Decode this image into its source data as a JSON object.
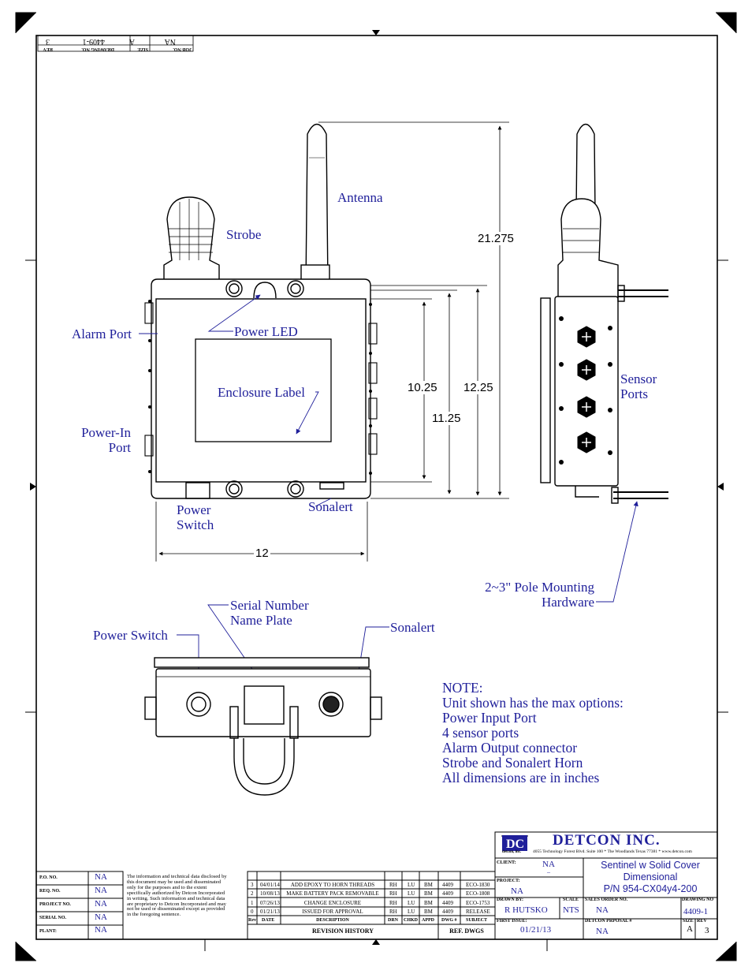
{
  "labels": {
    "antenna": "Antenna",
    "strobe": "Strobe",
    "alarm_port": "Alarm Port",
    "power_led": "Power LED",
    "enclosure_label": "Enclosure Label",
    "power_in_port_line1": "Power-In",
    "power_in_port_line2": "Port",
    "power_switch_line1": "Power",
    "power_switch_line2": "Switch",
    "sonalert_front": "Sonalert",
    "sensor_ports_line1": "Sensor",
    "sensor_ports_line2": "Ports",
    "pole_mount_line1": "2~3\" Pole Mounting",
    "pole_mount_line2": "Hardware",
    "serial_line1": "Serial Number",
    "serial_line2": "Name Plate",
    "power_switch_bottom": "Power Switch",
    "sonalert_bottom": "Sonalert"
  },
  "dimensions": {
    "height_total": "21.275",
    "height_12_25": "12.25",
    "height_10_25": "10.25",
    "height_11_25": "11.25",
    "width_12": "12"
  },
  "note": {
    "title": "NOTE:",
    "lines": [
      "Unit shown has the max options:",
      "Power Input Port",
      "4 sensor ports",
      "Alarm Output connector",
      "Strobe and Sonalert Horn",
      "All dimensions are in inches"
    ]
  },
  "rotated_block": {
    "rev_label": "REV",
    "rev_value": "3",
    "drawing_no_label": "DRAWING NO.",
    "drawing_no_value": "4409-1",
    "size_label": "SIZE",
    "size_value": "A",
    "job_no_label": "JOB NO.",
    "job_no_value": "NA"
  },
  "title_block": {
    "company": "DETCON INC.",
    "logo_text": "detcon, inc.",
    "address": "4055 Technology Forest Blvd. Suite 100 * The Woodlands Texas 77381 * www.detcon.com",
    "client_label": "CLIENT:",
    "client_value": "NA",
    "client_sub": "_",
    "project_label": "PROJECT:",
    "project_value": "NA",
    "title_line1": "Sentinel w Solid Cover",
    "title_line2": "Dimensional",
    "title_line3": "P/N 954-CX04y4-200",
    "drawn_by_label": "DRAWN BY:",
    "drawn_by_value": "R HUTSKO",
    "scale_label": "SCALE",
    "scale_value": "NTS",
    "sales_order_label": "SALES ORDER NO.",
    "sales_order_value": "NA",
    "drawing_no_label": "DRAWING NO",
    "drawing_no_value": "4409-1",
    "first_issue_label": "FIRST ISSUE:",
    "first_issue_value": "01/21/13",
    "proposal_label": "DETCON PRPOSAL #",
    "proposal_value": "NA",
    "size_label": "SIZE",
    "rev_label": "REV",
    "size_value": "A",
    "rev_value": "3"
  },
  "left_block": [
    {
      "label": "P.O. NO.",
      "value": "NA"
    },
    {
      "label": "REQ. NO.",
      "value": "NA"
    },
    {
      "label": "PROJECT NO.",
      "value": "NA"
    },
    {
      "label": "SERIAL NO.",
      "value": "NA"
    },
    {
      "label": "PLANT:",
      "value": "NA"
    }
  ],
  "proprietary_text": [
    "The information and technical data disclosed by",
    "this document may be used and disseminated",
    "only for the purposes and to the extent",
    "specifically authorized by Detcon Incorporated",
    "in writing.  Such information and technical data",
    "are proprietary to Detcon Incorporated and may",
    "not be used or disseminated except as provided",
    "in the foregoing sentence."
  ],
  "revision_history": {
    "title": "REVISION HISTORY",
    "ref_title": "REF. DWGS",
    "headers": [
      "Rev",
      "DATE",
      "DESCRIPTION",
      "DRN",
      "CHKD",
      "APPD",
      "DWG #",
      "SUBJECT"
    ],
    "rows": [
      [
        "3",
        "04/01/14",
        "ADD EPOXY TO HORN THREADS",
        "RH",
        "LU",
        "BM",
        "4409",
        "ECO-1830"
      ],
      [
        "2",
        "10/08/13",
        "MAKE BATTERY PACK REMOVABLE",
        "RH",
        "LU",
        "BM",
        "4409",
        "ECO-1808"
      ],
      [
        "1",
        "07/26/13",
        "CHANGE ENCLOSURE",
        "RH",
        "LU",
        "BM",
        "4409",
        "ECO-1753"
      ],
      [
        "0",
        "01/21/13",
        "ISSUED FOR APPROVAL",
        "RH",
        "LU",
        "BM",
        "4409",
        "RELEASE"
      ]
    ]
  }
}
